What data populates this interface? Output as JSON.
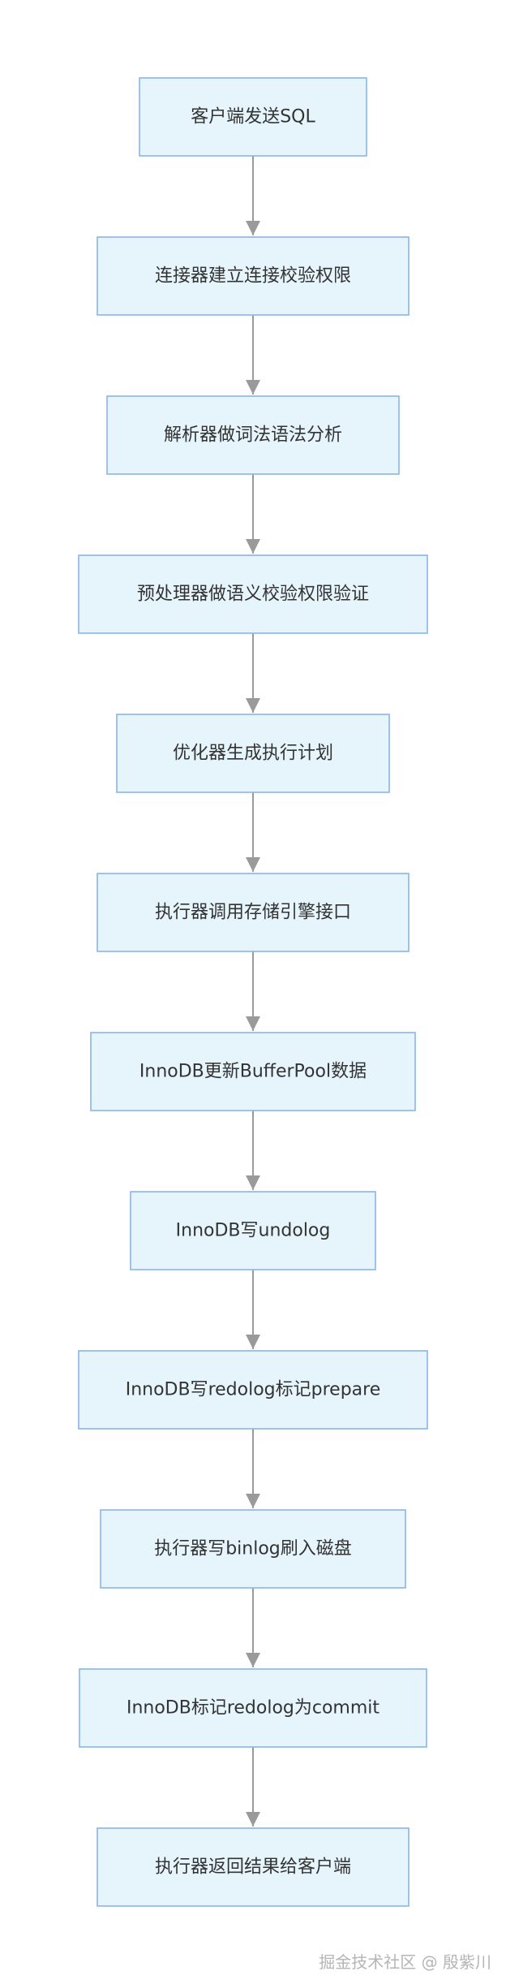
{
  "flow": {
    "steps": [
      "客户端发送SQL",
      "连接器建立连接校验权限",
      "解析器做词法语法分析",
      "预处理器做语义校验权限验证",
      "优化器生成执行计划",
      "执行器调用存储引擎接口",
      "InnoDB更新BufferPool数据",
      "InnoDB写undolog",
      "InnoDB写redolog标记prepare",
      "执行器写binlog刷入磁盘",
      "InnoDB标记redolog为commit",
      "执行器返回结果给客户端"
    ],
    "colors": {
      "node_fill": "#E6F4FC",
      "node_border": "#8AB4EA",
      "text": "#333333",
      "arrow": "#9A9A9A"
    }
  },
  "watermark": {
    "text": "掘金技术社区 @ 殷紫川"
  }
}
